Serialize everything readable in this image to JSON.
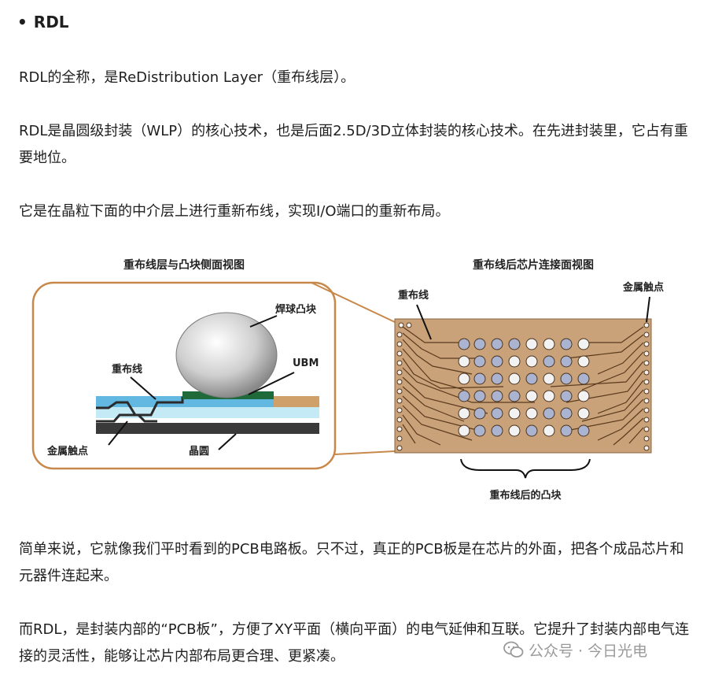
{
  "heading": {
    "bullet": "•",
    "text": "RDL"
  },
  "paragraphs": {
    "p1": "RDL的全称，是ReDistribution Layer（重布线层）。",
    "p2": "RDL是晶圆级封装（WLP）的核心技术，也是后面2.5D/3D立体封装的核心技术。在先进封装里，它占有重要地位。",
    "p3": "它是在晶粒下面的中介层上进行重新布线，实现I/O端口的重新布局。",
    "p4": "简单来说，它就像我们平时看到的PCB电路板。只不过，真正的PCB板是在芯片的外面，把各个成品芯片和元器件连起来。",
    "p5": "而RDL，是封装内部的“PCB板”，方便了XY平面（横向平面）的电气延伸和互联。它提升了封装内部电气连接的灵活性，能够让芯片内部布局更合理、更紧凑。"
  },
  "figure": {
    "left_title": "重布线层与凸块侧面视图",
    "right_title": "重布线后芯片连接面视图",
    "labels": {
      "solder_bump": "焊球凸块",
      "ubm": "UBM",
      "rdl_left": "重布线",
      "metal_contact_left": "金属触点",
      "wafer": "晶圆",
      "rdl_right": "重布线",
      "metal_contact_right": "金属触点",
      "bumps_after_rdl": "重布线后的凸块"
    },
    "colors": {
      "frame": "#c8884a",
      "board": "#c9a27a",
      "trace": "#5a3a1c",
      "bump_fill": "#aab4d0",
      "pad_fill": "#f2f2f2"
    }
  },
  "watermark": {
    "icon": "wechat-icon",
    "text": "公众号 · 今日光电"
  }
}
